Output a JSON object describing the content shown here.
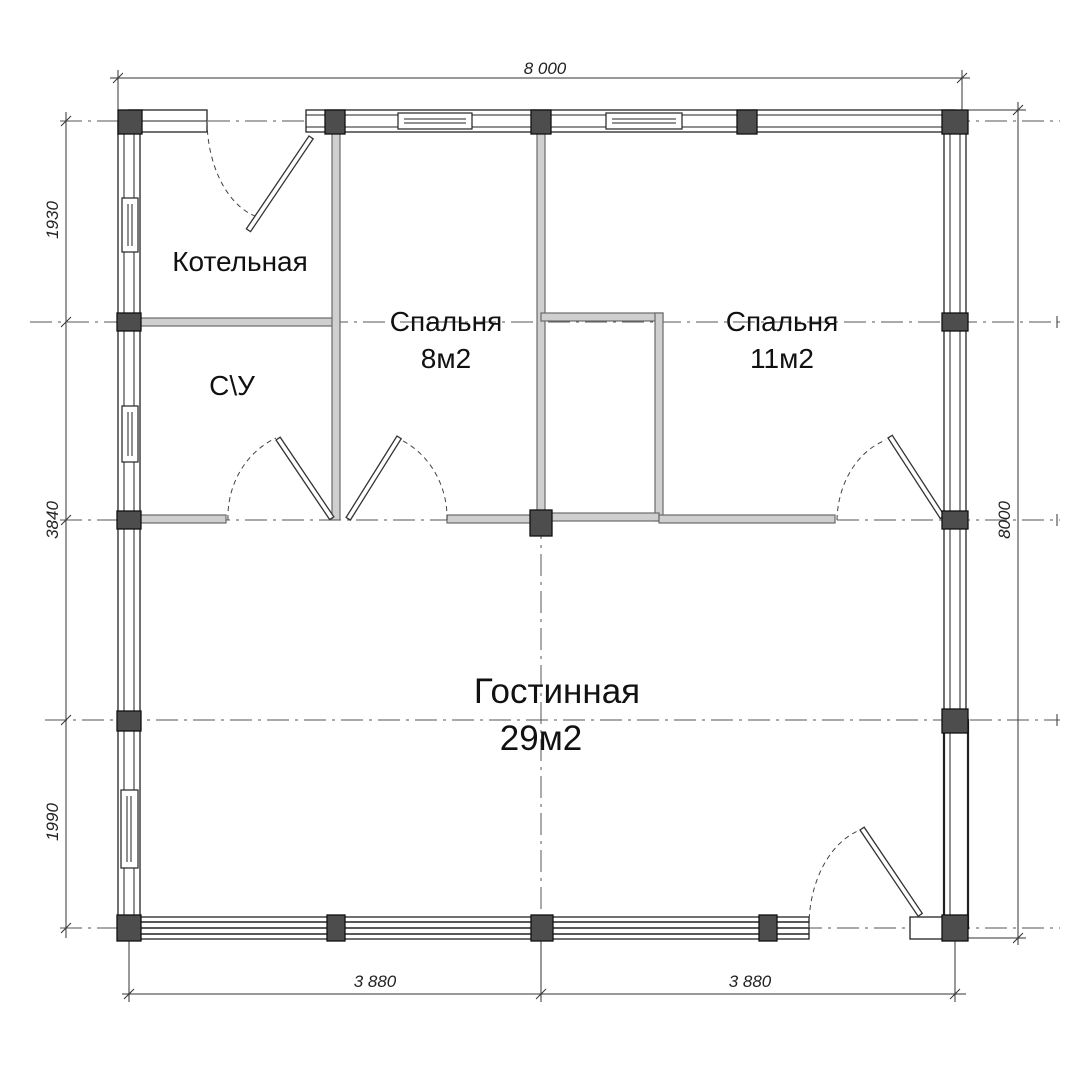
{
  "dimensions": {
    "top_total": "8 000",
    "right_total": "8000",
    "left_top": "1930",
    "left_middle": "3840",
    "left_bottom": "1990",
    "bottom_left": "3 880",
    "bottom_right": "3 880"
  },
  "rooms": {
    "boiler": {
      "name": "Котельная"
    },
    "bathroom": {
      "name": "С\\У"
    },
    "bedroom_small": {
      "name": "Спальня",
      "area": "8м2"
    },
    "bedroom_large": {
      "name": "Спальня",
      "area": "11м2"
    },
    "living": {
      "name": "Гостинная",
      "area": "29м2"
    }
  }
}
